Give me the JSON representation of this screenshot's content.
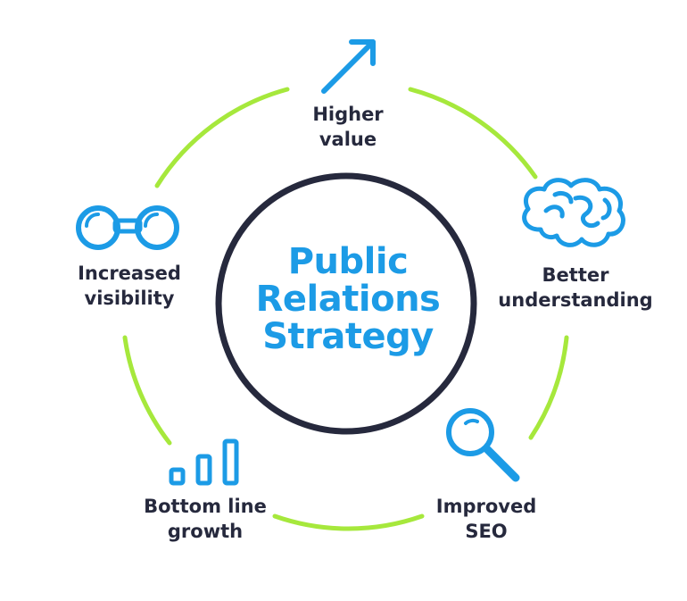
{
  "center": {
    "line1": "Public",
    "line2": "Relations",
    "line3": "Strategy"
  },
  "items": [
    {
      "icon": "arrow-up-right-icon",
      "line1": "Higher",
      "line2": "value"
    },
    {
      "icon": "brain-icon",
      "line1": "Better",
      "line2": "understanding"
    },
    {
      "icon": "magnifier-icon",
      "line1": "Improved",
      "line2": "SEO"
    },
    {
      "icon": "bar-chart-icon",
      "line1": "Bottom line",
      "line2": "growth"
    },
    {
      "icon": "binoculars-icon",
      "line1": "Increased",
      "line2": "visibility"
    }
  ],
  "colors": {
    "accent_blue": "#1c9be6",
    "ring_green": "#a6e83c",
    "dark_navy": "#26293d"
  }
}
